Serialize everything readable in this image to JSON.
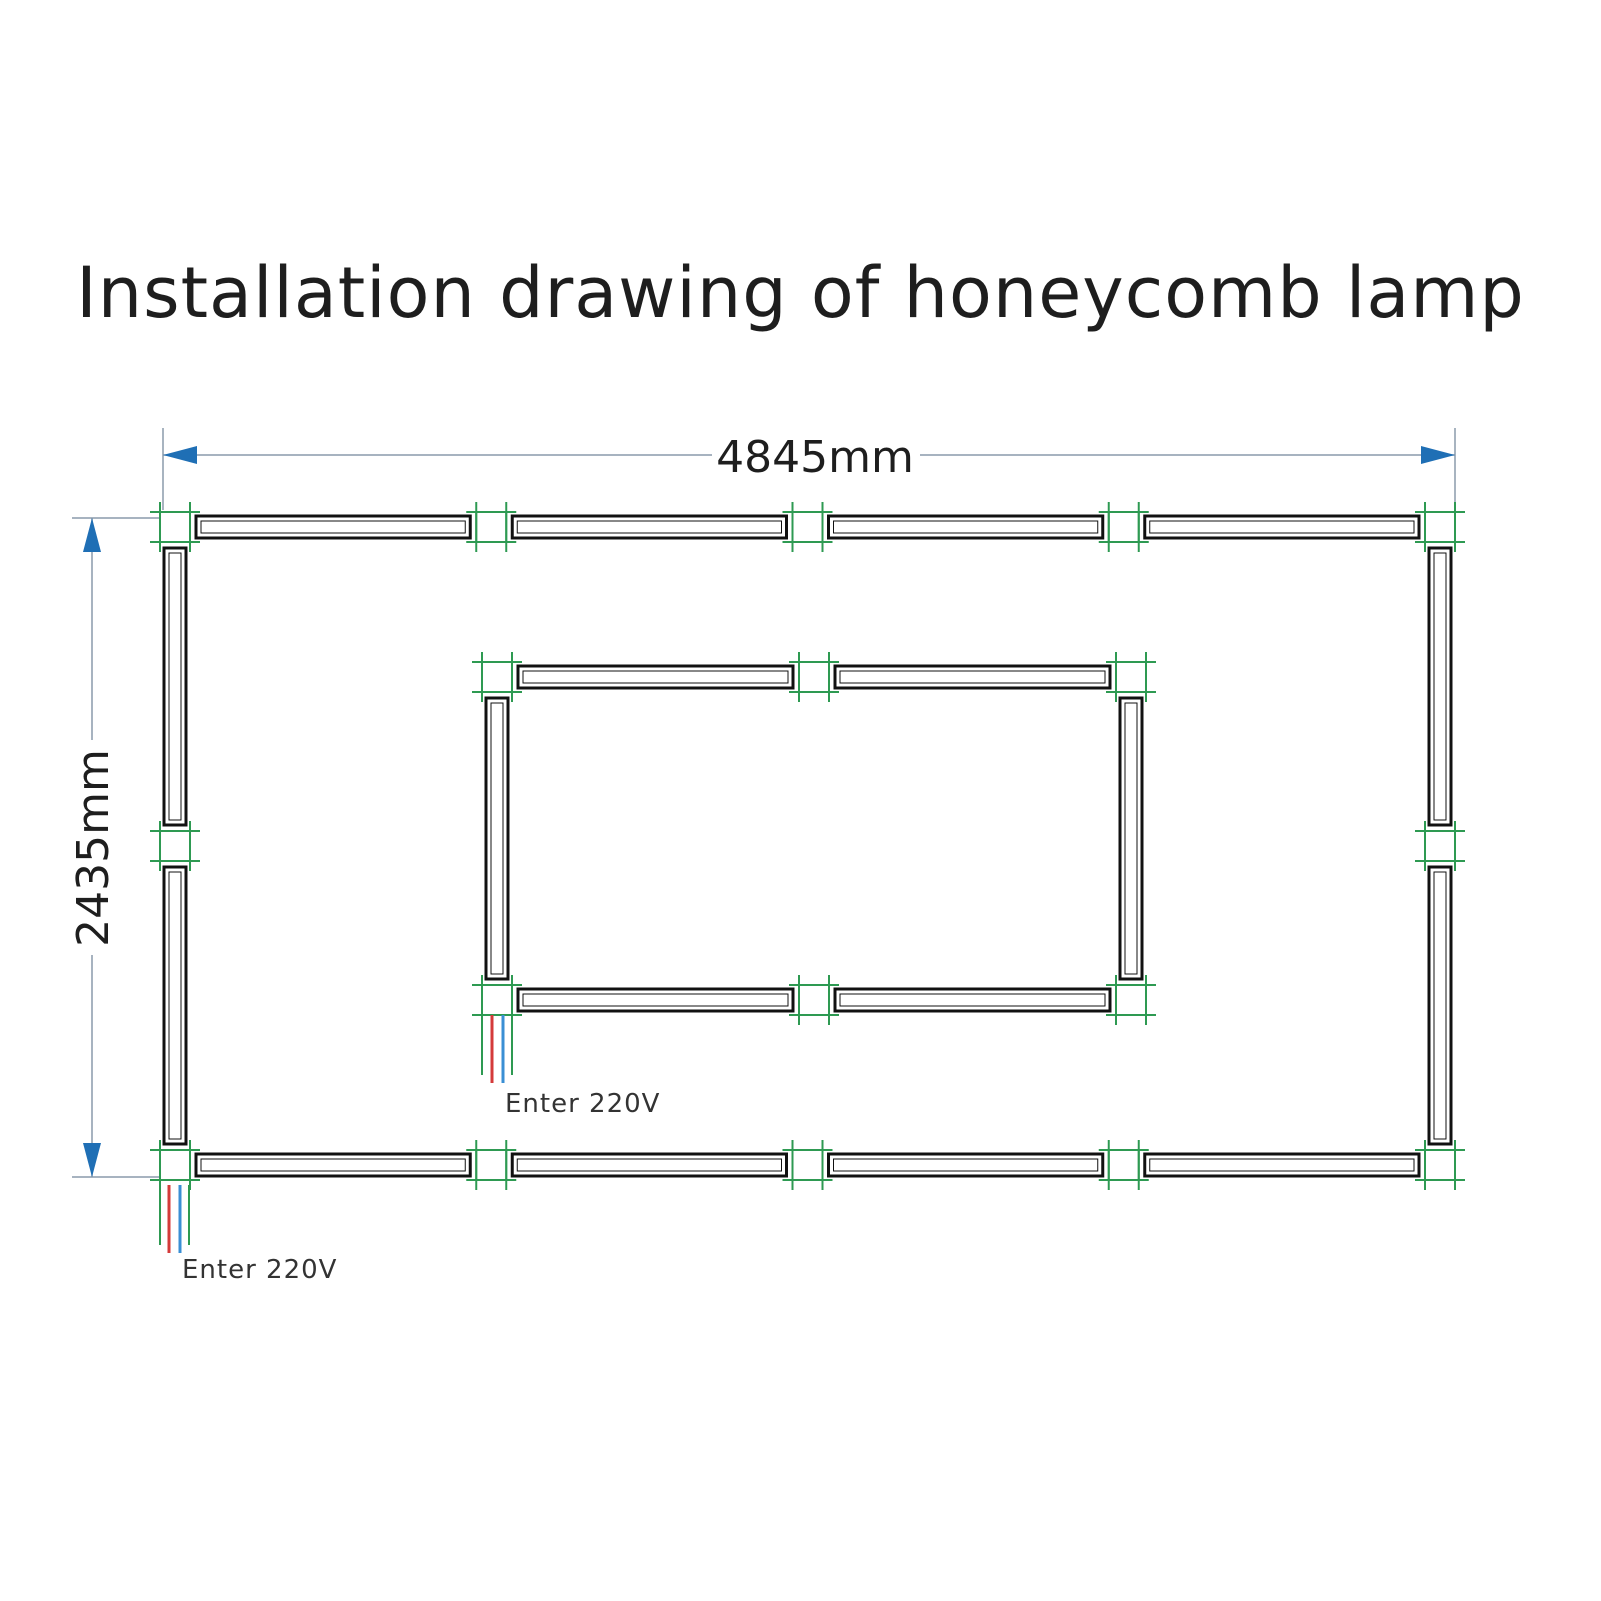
{
  "title": "Installation drawing of honeycomb lamp",
  "dimensions": {
    "width_label": "4845mm",
    "height_label": "2435mm"
  },
  "outer_frame": {
    "power_label": "Enter 220V",
    "top_segments": 4,
    "bottom_segments": 4,
    "side_segments": 2
  },
  "inner_frame": {
    "power_label": "Enter 220V",
    "top_segments": 2,
    "bottom_segments": 2,
    "side_segments": 1
  },
  "colors": {
    "connector": "#2e9a52",
    "lamp_bar": "#111111",
    "dimension_line": "#8a9aab",
    "arrow": "#1f6fb5",
    "wire_live": "#d43a3a",
    "wire_neutral": "#3a8fd4"
  }
}
